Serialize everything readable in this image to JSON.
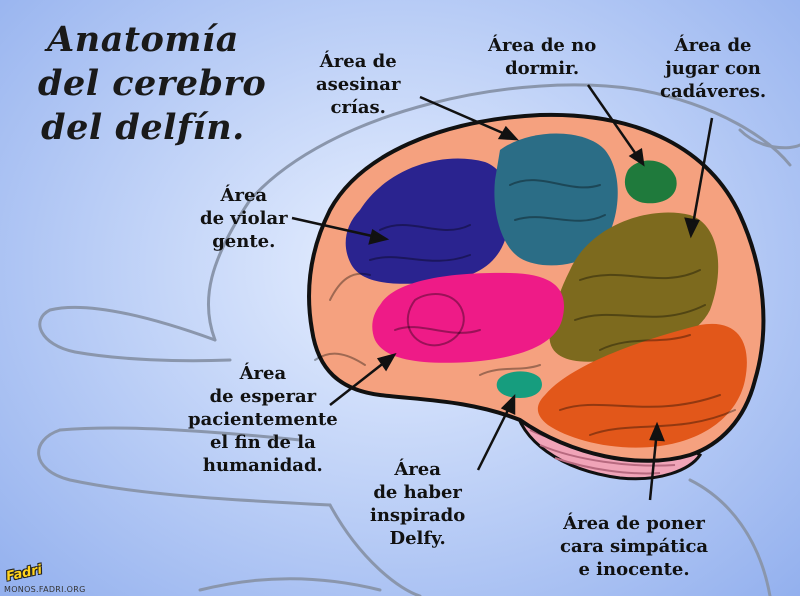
{
  "title": {
    "lines": [
      "Anatomía",
      "del cerebro",
      "del delfín."
    ]
  },
  "labels": {
    "asesinar": [
      "Área de",
      "asesinar",
      "crías."
    ],
    "no_dormir": [
      "Área de no",
      "dormir."
    ],
    "jugar": [
      "Área de",
      "jugar con",
      "cadáveres."
    ],
    "violar": [
      "Área",
      "de violar",
      "gente."
    ],
    "esperar": [
      "Área",
      "de esperar",
      "pacientemente",
      "el fin de la",
      "humanidad."
    ],
    "delfy": [
      "Área",
      "de haber",
      "inspirado",
      "Delfy."
    ],
    "poner_cara": [
      "Área de poner",
      "cara simpática",
      "e inocente."
    ]
  },
  "watermark": {
    "logo": "Fadri",
    "url": "MONOS.FADRI.ORG"
  },
  "colors": {
    "brain_outline": "#f2a684",
    "region_purple": "#2a238f",
    "region_teal": "#2b6d86",
    "region_green": "#1f7a3c",
    "region_olive": "#7d6a1e",
    "region_pink": "#ee1b87",
    "region_orange": "#e2571a",
    "region_small_teal": "#169d7e",
    "cerebellum": "#f0a4b8"
  }
}
